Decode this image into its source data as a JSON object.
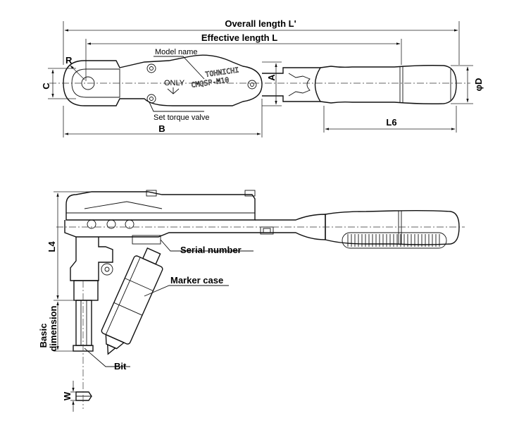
{
  "labels": {
    "overall_length": "Overall length L'",
    "effective_length": "Effective length L",
    "model_name": "Model name",
    "set_torque_valve": "Set torque valve",
    "r": "R",
    "c": "C",
    "a": "A",
    "b": "B",
    "l6": "L6",
    "phi_d": "φD",
    "serial_number": "Serial number",
    "marker_case": "Marker case",
    "l4": "L4",
    "basic": "Basic",
    "dimension": "dimension",
    "bit": "Bit",
    "w": "W"
  },
  "markings": {
    "brand": "TOHNICHI",
    "model": "CMQSP-M10",
    "only": "ONLY"
  }
}
